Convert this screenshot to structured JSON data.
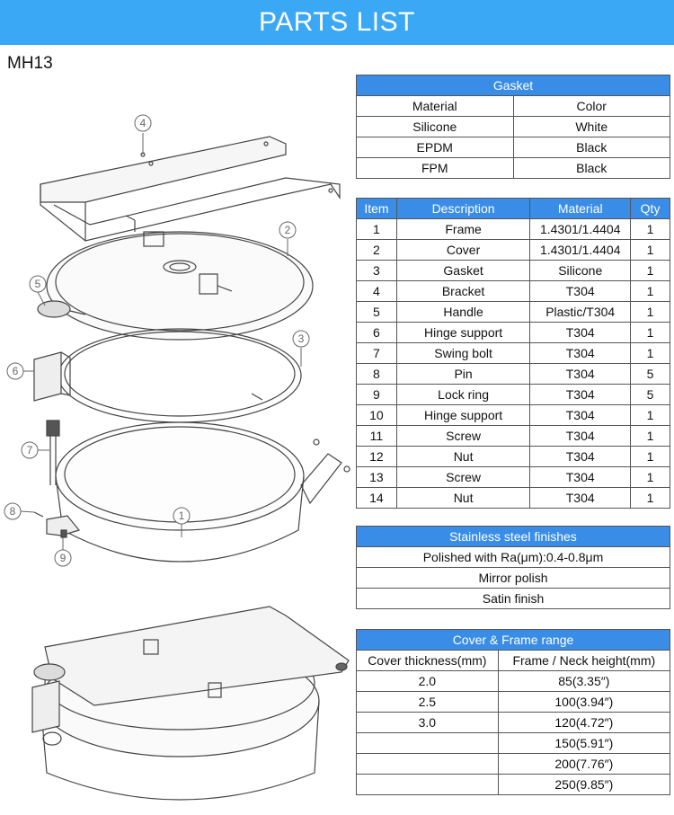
{
  "banner_title": "PARTS LIST",
  "model": "MH13",
  "gasket": {
    "title": "Gasket",
    "headers": [
      "Material",
      "Color"
    ],
    "rows": [
      [
        "Silicone",
        "White"
      ],
      [
        "EPDM",
        "Black"
      ],
      [
        "FPM",
        "Black"
      ]
    ]
  },
  "parts": {
    "headers": [
      "Item",
      "Description",
      "Material",
      "Qty"
    ],
    "rows": [
      [
        "1",
        "Frame",
        "1.4301/1.4404",
        "1"
      ],
      [
        "2",
        "Cover",
        "1.4301/1.4404",
        "1"
      ],
      [
        "3",
        "Gasket",
        "Silicone",
        "1"
      ],
      [
        "4",
        "Bracket",
        "T304",
        "1"
      ],
      [
        "5",
        "Handle",
        "Plastic/T304",
        "1"
      ],
      [
        "6",
        "Hinge support",
        "T304",
        "1"
      ],
      [
        "7",
        "Swing bolt",
        "T304",
        "1"
      ],
      [
        "8",
        "Pin",
        "T304",
        "5"
      ],
      [
        "9",
        "Lock ring",
        "T304",
        "5"
      ],
      [
        "10",
        "Hinge support",
        "T304",
        "1"
      ],
      [
        "11",
        "Screw",
        "T304",
        "1"
      ],
      [
        "12",
        "Nut",
        "T304",
        "1"
      ],
      [
        "13",
        "Screw",
        "T304",
        "1"
      ],
      [
        "14",
        "Nut",
        "T304",
        "1"
      ]
    ]
  },
  "finishes": {
    "title": "Stainless steel finishes",
    "rows": [
      "Polished with Ra(μm):0.4-0.8μm",
      "Mirror polish",
      "Satin finish"
    ]
  },
  "range": {
    "title": "Cover & Frame range",
    "headers": [
      "Cover thickness(mm)",
      "Frame / Neck height(mm)"
    ],
    "rows": [
      [
        "2.0",
        "85(3.35″)"
      ],
      [
        "2.5",
        "100(3.94″)"
      ],
      [
        "3.0",
        "120(4.72″)"
      ],
      [
        "",
        "150(5.91″)"
      ],
      [
        "",
        "200(7.76″)"
      ],
      [
        "",
        "250(9.85″)"
      ]
    ]
  },
  "callouts": [
    "1",
    "2",
    "3",
    "4",
    "5",
    "6",
    "7",
    "8",
    "9"
  ]
}
